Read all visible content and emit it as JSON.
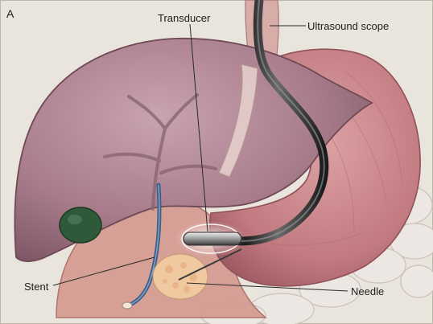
{
  "panel_letter": "A",
  "labels": {
    "transducer": "Transducer",
    "ultrasound_scope": "Ultrasound scope",
    "stent": "Stent",
    "needle": "Needle"
  },
  "colors": {
    "background": "#e9e4dc",
    "liver": "#b38a98",
    "stomach": "#c9868c",
    "gallbladder": "#2f5a3a",
    "scope": "#2b2b2b",
    "pancreas_mass": "#f1c9a0"
  }
}
